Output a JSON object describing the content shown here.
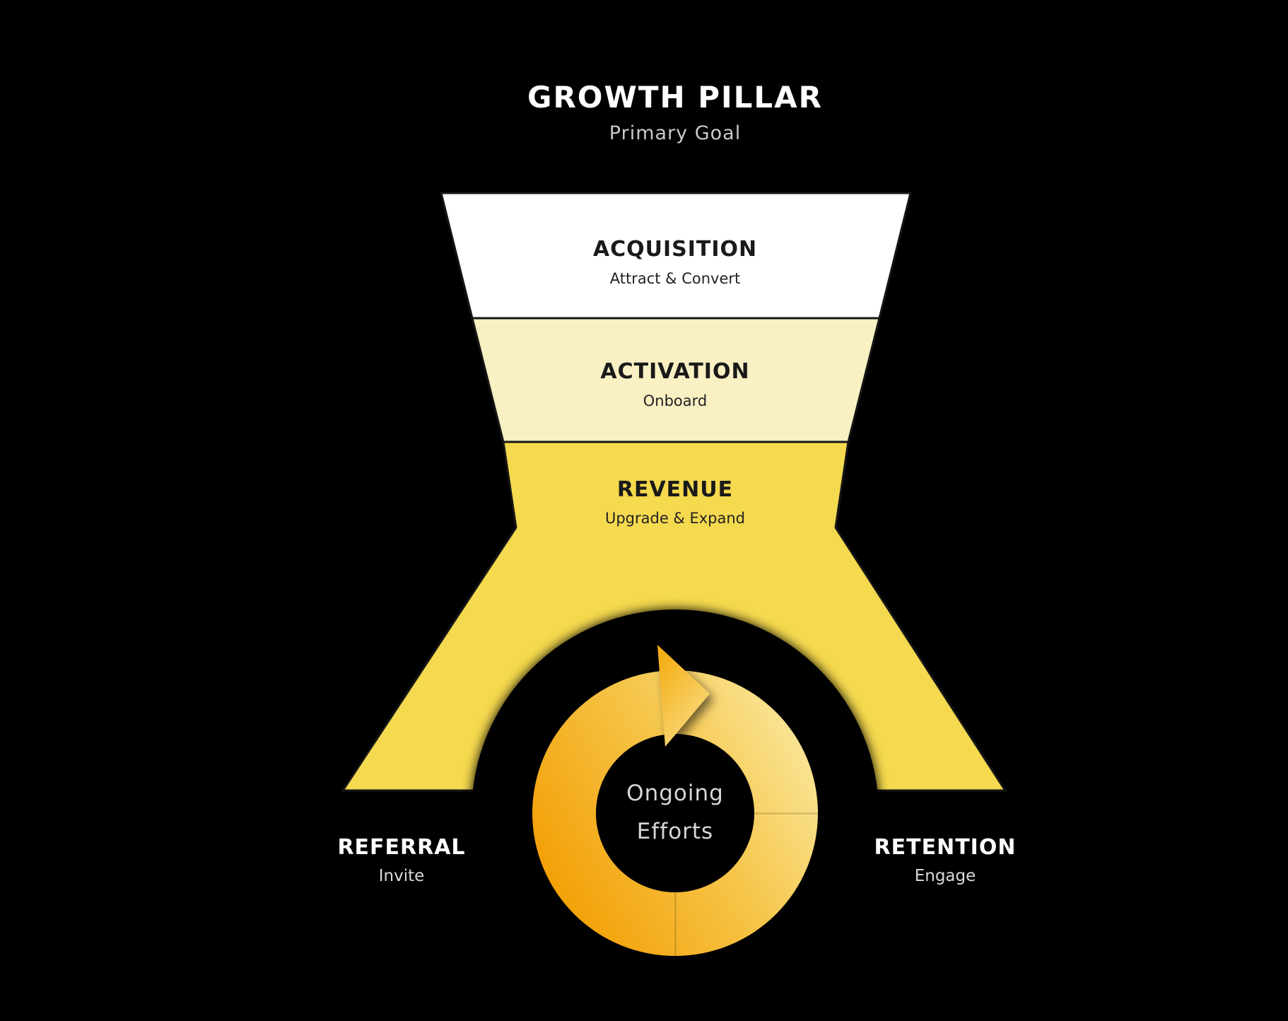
{
  "title": {
    "text": "GROWTH PILLAR",
    "subtitle": "Primary Goal"
  },
  "funnel": {
    "stages": [
      {
        "label": "ACQUISITION",
        "sublabel": "Attract & Convert",
        "fill": "#FFFFFF"
      },
      {
        "label": "ACTIVATION",
        "sublabel": "Onboard",
        "fill": "#F9F0C3"
      },
      {
        "label": "REVENUE",
        "sublabel": "Upgrade & Expand",
        "fill": "#F5D94E"
      }
    ]
  },
  "loop": {
    "center_line1": "Ongoing",
    "center_line2": "Efforts",
    "left": {
      "label": "REFERRAL",
      "sublabel": "Invite"
    },
    "right": {
      "label": "RETENTION",
      "sublabel": "Engage"
    }
  },
  "icons": {
    "loop_arrow": "clockwise-cycle-arrow"
  },
  "colors": {
    "background": "#000000",
    "outline": "#161616",
    "stage_text": "#1A1A1A",
    "stage_subtext": "#222222",
    "title_text": "#FFFFFF",
    "subtitle_text": "#C9C9C9",
    "label_text": "#FFFFFF",
    "sublabel_text": "#DADADA",
    "center_text": "#D6D6D6",
    "ring_start": "#F39C00",
    "ring_mid": "#F6C549",
    "ring_end": "#FAE9A0",
    "arrow_start": "#F5AF16",
    "arrow_end": "#F9DC82"
  }
}
